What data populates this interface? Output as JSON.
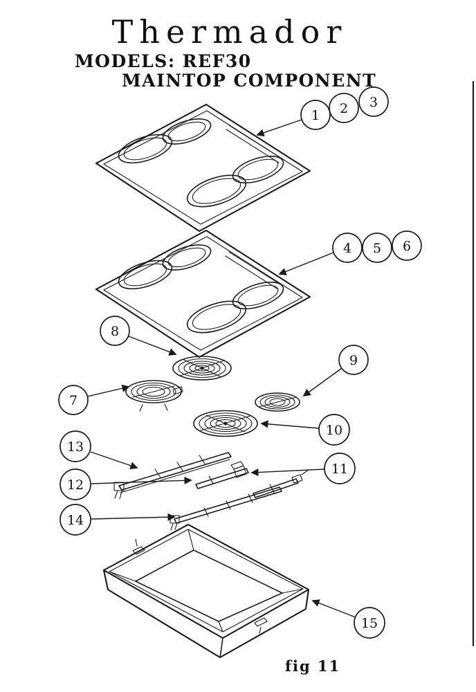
{
  "header": {
    "brand": "Thermador",
    "models": "MODELS:  REF30",
    "component": "MAINTOP  COMPONENT"
  },
  "figure": {
    "label": "fig 11"
  },
  "colors": {
    "ink": "#1a1a1a",
    "background": "#ffffff"
  },
  "callouts": [
    {
      "id": "1"
    },
    {
      "id": "2"
    },
    {
      "id": "3"
    },
    {
      "id": "4"
    },
    {
      "id": "5"
    },
    {
      "id": "6"
    },
    {
      "id": "7"
    },
    {
      "id": "8"
    },
    {
      "id": "9"
    },
    {
      "id": "10"
    },
    {
      "id": "11"
    },
    {
      "id": "12"
    },
    {
      "id": "13"
    },
    {
      "id": "14"
    },
    {
      "id": "15"
    }
  ]
}
